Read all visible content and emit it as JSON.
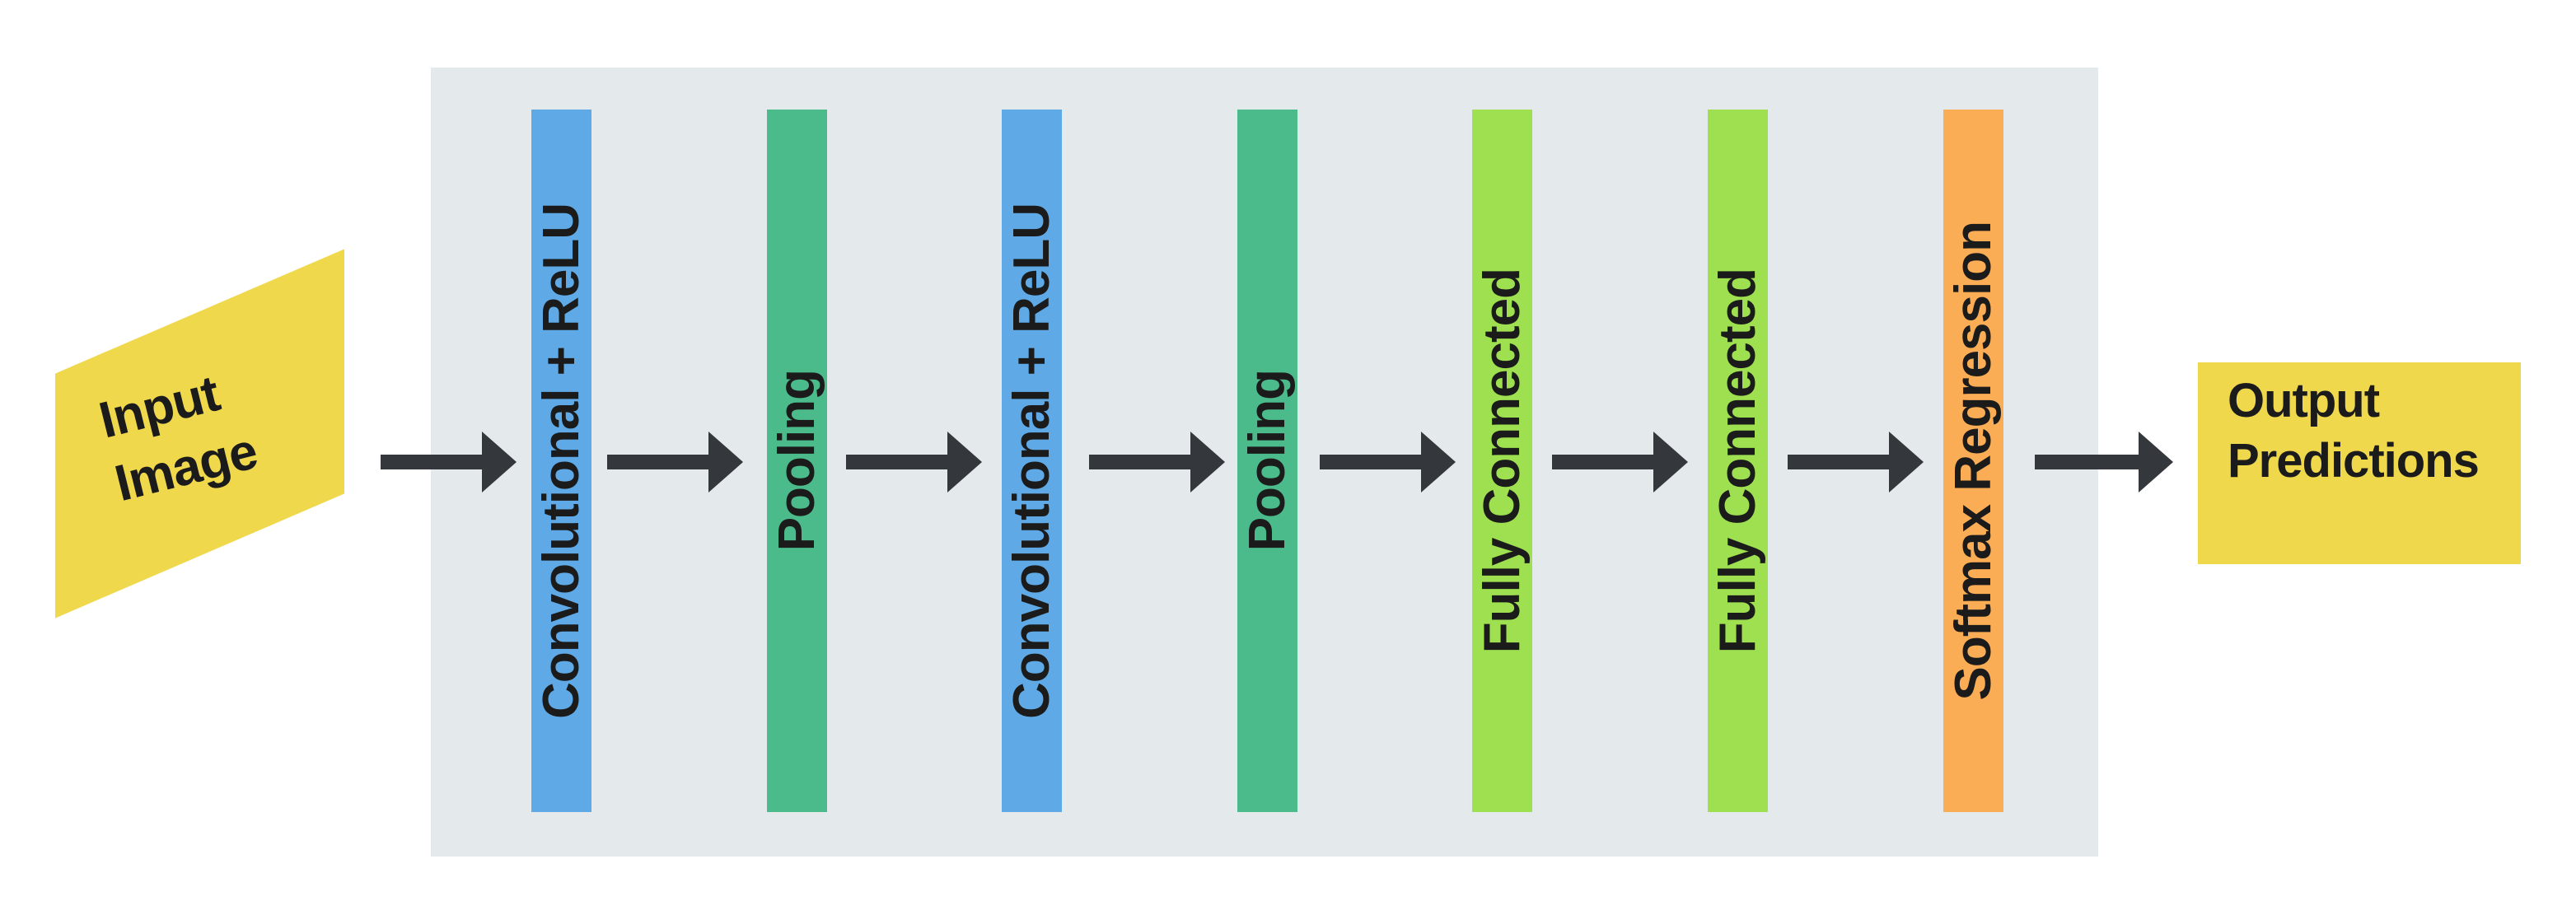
{
  "input_node": {
    "line1": "Input",
    "line2": "Image"
  },
  "stages": [
    {
      "label": "Convolutional + ReLU",
      "color": "#5FAAE6"
    },
    {
      "label": "Pooling",
      "color": "#4CBB8C"
    },
    {
      "label": "Convolutional + ReLU",
      "color": "#5FAAE6"
    },
    {
      "label": "Pooling",
      "color": "#4CBB8C"
    },
    {
      "label": "Fully Connected",
      "color": "#9EE04F"
    },
    {
      "label": "Fully Connected",
      "color": "#9EE04F"
    },
    {
      "label": "Softmax Regression",
      "color": "#FBAD55"
    }
  ],
  "output_node": {
    "line1": "Output",
    "line2": "Predictions"
  },
  "colors": {
    "node_fill": "#F0D84C",
    "panel_bg": "#E4E9EC",
    "arrow": "#34383D",
    "text": "#1B1B1B",
    "page_bg": "#FFFFFF"
  }
}
